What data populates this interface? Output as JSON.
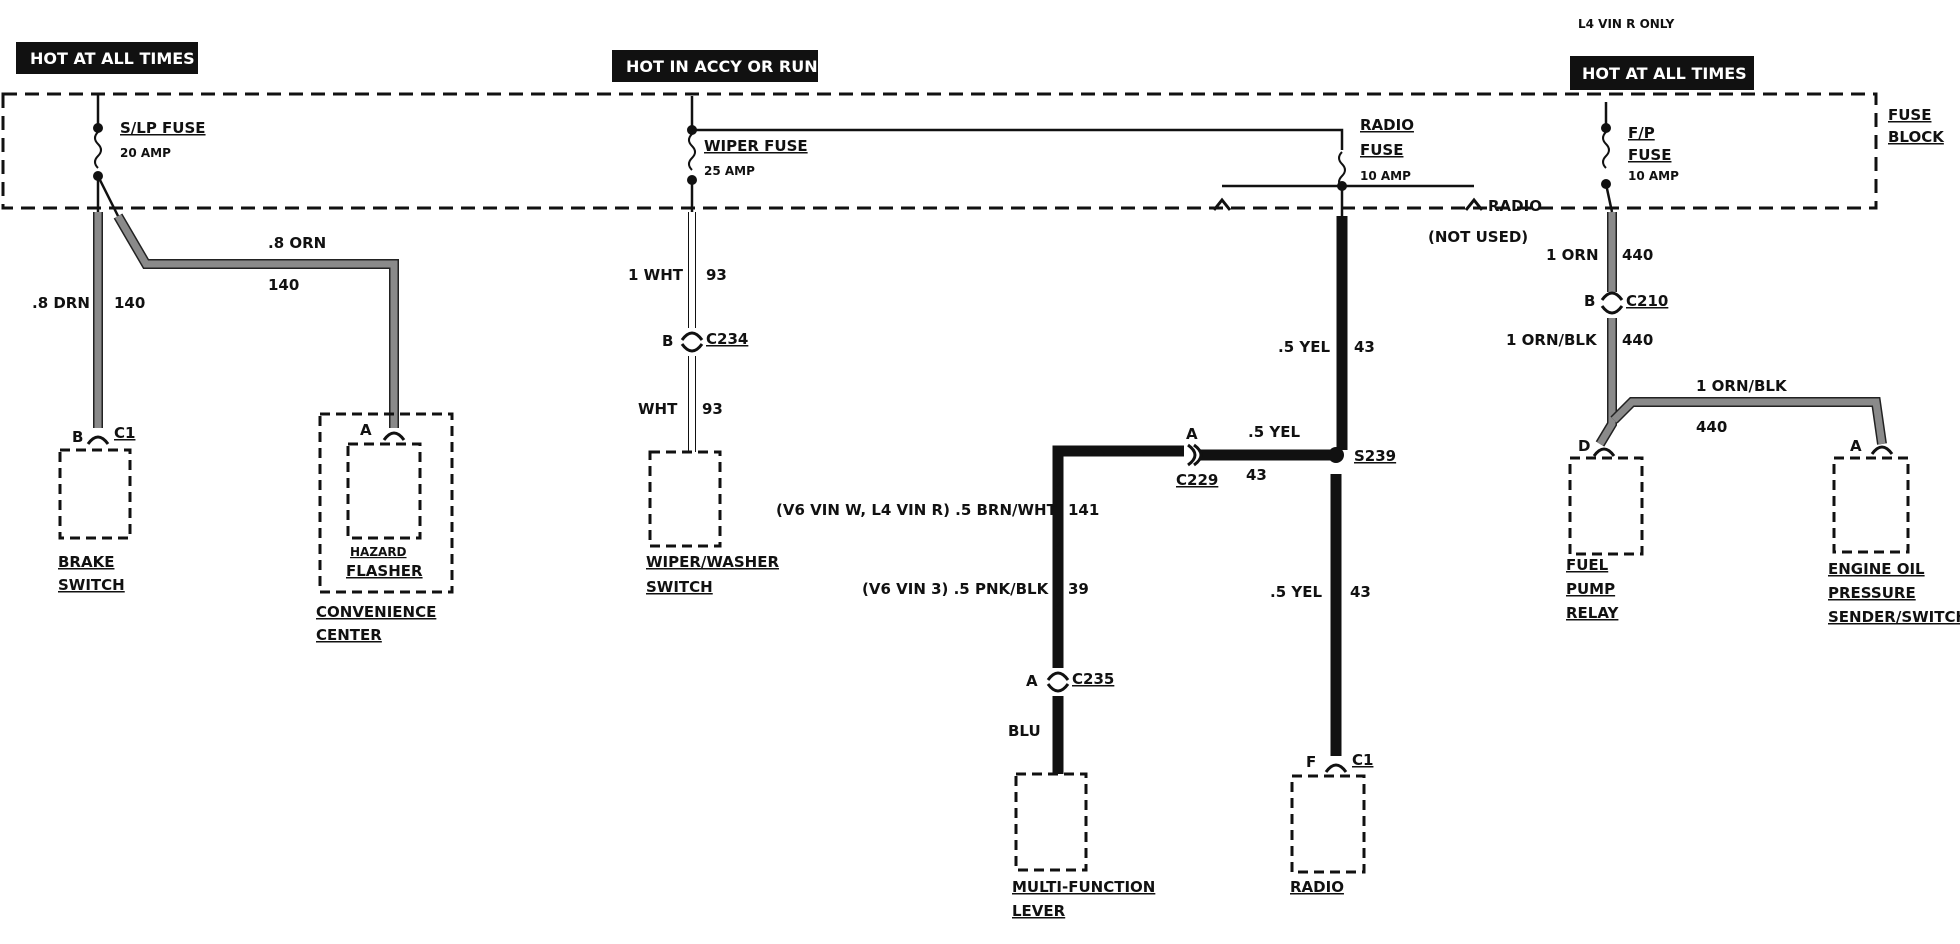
{
  "header": {
    "top_note": "L4 VIN R ONLY",
    "badges": [
      "HOT AT ALL TIMES",
      "HOT IN ACCY OR RUN",
      "HOT AT ALL TIMES"
    ]
  },
  "fuse_block": {
    "label_line1": "FUSE",
    "label_line2": "BLOCK",
    "fuses": [
      {
        "name": "S/LP FUSE",
        "rating": "20 AMP"
      },
      {
        "name": "WIPER FUSE",
        "rating": "25 AMP"
      },
      {
        "name_line1": "RADIO",
        "name_line2": "FUSE",
        "rating": "10 AMP"
      },
      {
        "name_line1": "F/P",
        "name_line2": "FUSE",
        "rating": "10 AMP"
      }
    ],
    "radio_tap": "RADIO",
    "not_used": "(NOT USED)"
  },
  "wires": {
    "brake_color": ".8 DRN",
    "brake_circuit": "140",
    "flasher_color": ".8 ORN",
    "flasher_circuit": "140",
    "wiper_upper_color": "1 WHT",
    "wiper_upper_circuit": "93",
    "wiper_lower_color": "WHT",
    "wiper_lower_circuit": "93",
    "radio_upper_color": ".5 YEL",
    "radio_upper_circuit": "43",
    "radio_lower_color": ".5 YEL",
    "radio_lower_circuit": "43",
    "splice_color": ".5 YEL",
    "splice_circuit": "43",
    "mfl_1_color": "(V6 VIN W, L4 VIN R) .5 BRN/WHT",
    "mfl_1_circuit": "141",
    "mfl_2_color": "(V6 VIN 3) .5 PNK/BLK",
    "mfl_2_circuit": "39",
    "mfl_lower_color": "BLU",
    "fp_upper_color": "1 ORN",
    "fp_upper_circuit": "440",
    "fp_lower_color": "1 ORN/BLK",
    "fp_lower_circuit": "440",
    "oil_color": "1 ORN/BLK",
    "oil_circuit": "440"
  },
  "connectors": {
    "brake_pin": "B",
    "brake_conn": "C1",
    "flasher_pin": "A",
    "wiper_pin": "B",
    "wiper_conn": "C234",
    "c229_pin": "A",
    "c229_conn": "C229",
    "splice": "S239",
    "c235_pin": "A",
    "c235_conn": "C235",
    "radio_pin": "F",
    "radio_conn": "C1",
    "fp_pin": "B",
    "fp_conn": "C210",
    "relay_pin": "D",
    "oil_pin": "A"
  },
  "components": {
    "brake_l1": "BRAKE",
    "brake_l2": "SWITCH",
    "flasher_l1": "HAZARD",
    "flasher_l2": "FLASHER",
    "conv_l1": "CONVENIENCE",
    "conv_l2": "CENTER",
    "wiper_l1": "WIPER/WASHER",
    "wiper_l2": "SWITCH",
    "mfl_l1": "MULTI-FUNCTION",
    "mfl_l2": "LEVER",
    "radio": "RADIO",
    "relay_l1": "FUEL",
    "relay_l2": "PUMP",
    "relay_l3": "RELAY",
    "oil_l1": "ENGINE OIL",
    "oil_l2": "PRESSURE",
    "oil_l3": "SENDER/SWITCH"
  }
}
